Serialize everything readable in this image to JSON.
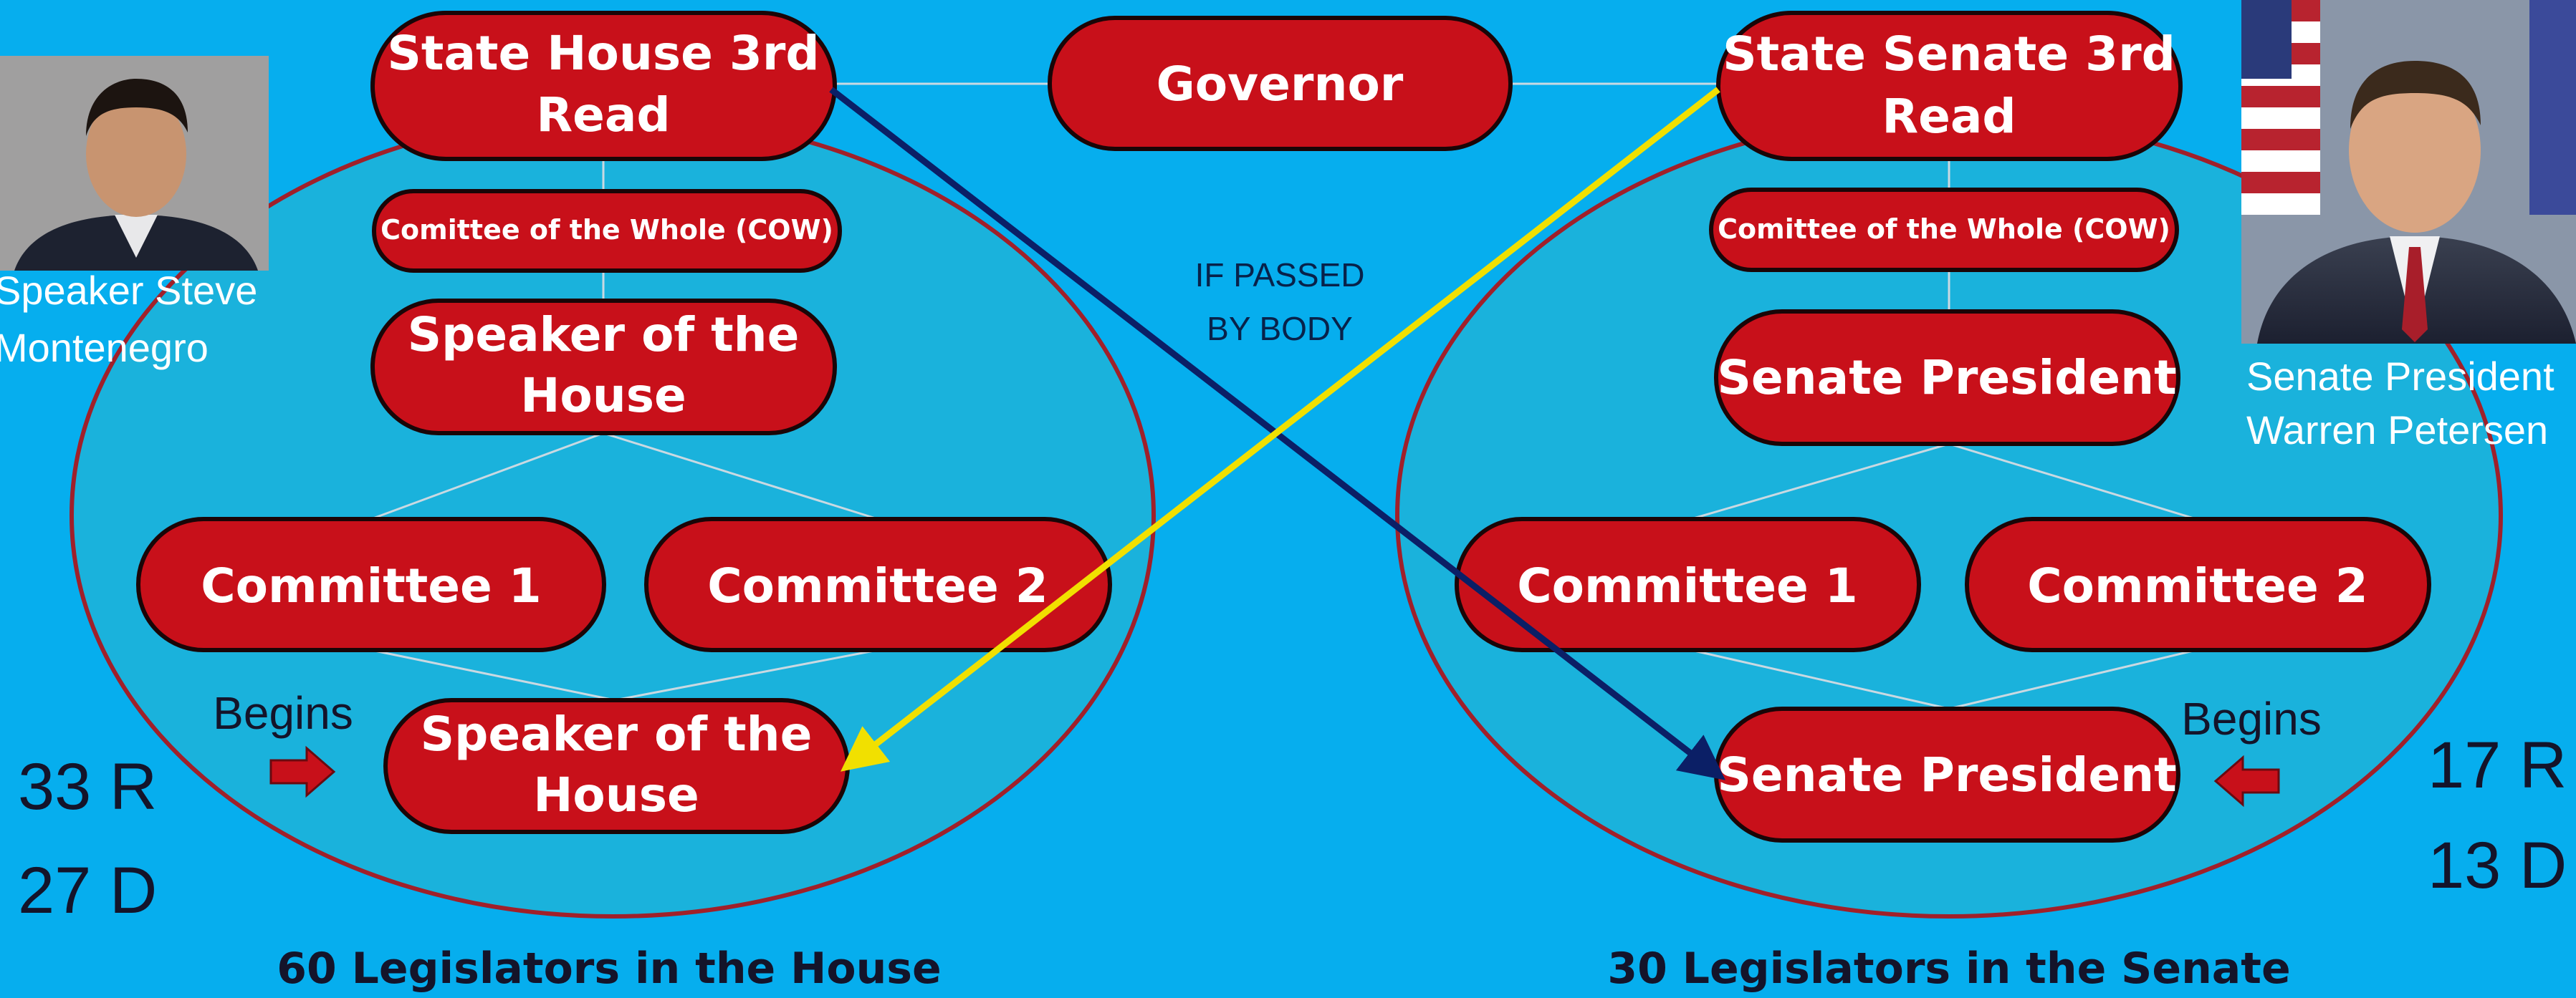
{
  "house": {
    "third_read": [
      "State House 3rd",
      "Read"
    ],
    "cow": "Comittee of the Whole (COW)",
    "speaker_top": [
      "Speaker of the",
      "House"
    ],
    "committee1": "Committee 1",
    "committee2": "Committee 2",
    "speaker_bottom": [
      "Speaker of the",
      "House"
    ],
    "begins": "Begins",
    "count_r": "33 R",
    "count_d": "27 D",
    "footer": "60 Legislators in the House",
    "leader_caption": [
      "Speaker Steve",
      "Montenegro"
    ]
  },
  "governor": "Governor",
  "condition": [
    "IF PASSED",
    "BY BODY"
  ],
  "senate": {
    "third_read": [
      "State Senate 3rd",
      "Read"
    ],
    "cow": "Comittee of the Whole (COW)",
    "president_top": "Senate President",
    "committee1": "Committee 1",
    "committee2": "Committee 2",
    "president_bottom": "Senate President",
    "begins": "Begins",
    "count_r": "17 R",
    "count_d": "13 D",
    "footer": "30 Legislators in the Senate",
    "leader_caption": [
      "Senate President",
      "Warren Petersen"
    ]
  },
  "colors": {
    "background": "#06aeee",
    "chamber_fill": "#1ab2dc",
    "chamber_border": "#a0202a",
    "pill_fill": "#c8101a",
    "arrow_house_to_senate": "#0b1f66",
    "arrow_senate_to_house": "#f1e000",
    "begins_arrow": "#c8101a"
  }
}
